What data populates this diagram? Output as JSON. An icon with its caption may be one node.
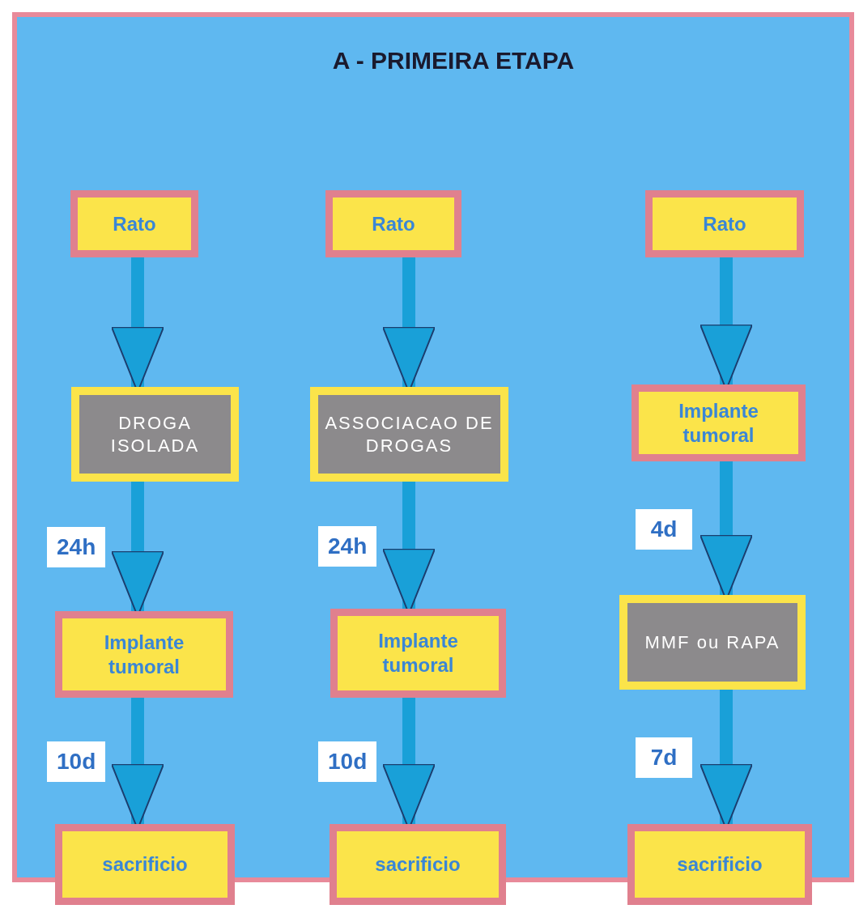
{
  "diagram": {
    "title": "A - PRIMEIRA ETAPA",
    "nodes": [
      {
        "text": [
          "Rato"
        ]
      },
      {
        "text": [
          "DROGA ISOLADA"
        ]
      },
      {
        "text": [
          "Implante tumoral"
        ]
      },
      {
        "text": [
          "sacrificio"
        ]
      },
      {
        "text": [
          "Rato"
        ]
      },
      {
        "text": [
          "ASSOCIACAO DE DROGAS"
        ]
      },
      {
        "text": [
          "Implante tumoral"
        ]
      },
      {
        "text": [
          "sacrificio"
        ]
      },
      {
        "text": [
          "Rato"
        ]
      },
      {
        "text": [
          "Implante tumoral"
        ]
      },
      {
        "text": [
          "MMF ou RAPA"
        ]
      },
      {
        "text": [
          "sacrificio"
        ]
      }
    ],
    "edges": [
      {
        "from": 0,
        "to": 1,
        "arrow": "to"
      },
      {
        "from": 1,
        "to": 2,
        "arrow": "to",
        "label": "24h"
      },
      {
        "from": 2,
        "to": 3,
        "arrow": "to",
        "label": "10d"
      },
      {
        "from": 4,
        "to": 5,
        "arrow": "to"
      },
      {
        "from": 5,
        "to": 6,
        "arrow": "to",
        "label": "24h"
      },
      {
        "from": 6,
        "to": 7,
        "arrow": "to",
        "label": "10d"
      },
      {
        "from": 8,
        "to": 9,
        "arrow": "to"
      },
      {
        "from": 9,
        "to": 10,
        "arrow": "to",
        "label": "4d"
      },
      {
        "from": 10,
        "to": 11,
        "arrow": "to",
        "label": "7d"
      }
    ]
  }
}
